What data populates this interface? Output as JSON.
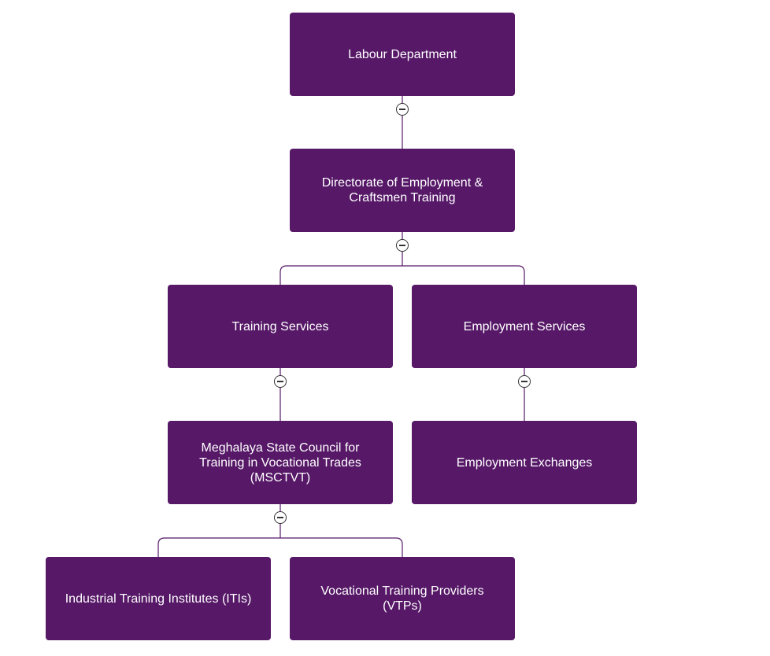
{
  "chart": {
    "colors": {
      "node_fill": "#561867",
      "node_text": "#ffffff",
      "connector": "#561867",
      "toggle_border": "#333333"
    },
    "nodes": {
      "labour_department": "Labour Department",
      "directorate": "Directorate of Employment & Craftsmen Training",
      "training_services": "Training Services",
      "employment_services": "Employment Services",
      "msctvt": "Meghalaya State Council for Training in Vocational Trades (MSCTVT)",
      "employment_exchanges": "Employment Exchanges",
      "itis": "Industrial Training Institutes (ITIs)",
      "vtps": "Vocational Training Providers (VTPs)"
    },
    "hierarchy": [
      {
        "parent": "Labour Department",
        "children": [
          "Directorate of Employment & Craftsmen Training"
        ]
      },
      {
        "parent": "Directorate of Employment & Craftsmen Training",
        "children": [
          "Training Services",
          "Employment Services"
        ]
      },
      {
        "parent": "Training Services",
        "children": [
          "Meghalaya State Council for Training in Vocational Trades (MSCTVT)"
        ]
      },
      {
        "parent": "Employment Services",
        "children": [
          "Employment Exchanges"
        ]
      },
      {
        "parent": "Meghalaya State Council for Training in Vocational Trades (MSCTVT)",
        "children": [
          "Industrial Training Institutes (ITIs)",
          "Vocational Training Providers (VTPs)"
        ]
      }
    ],
    "toggle_icon": "collapse-minus-icon"
  }
}
